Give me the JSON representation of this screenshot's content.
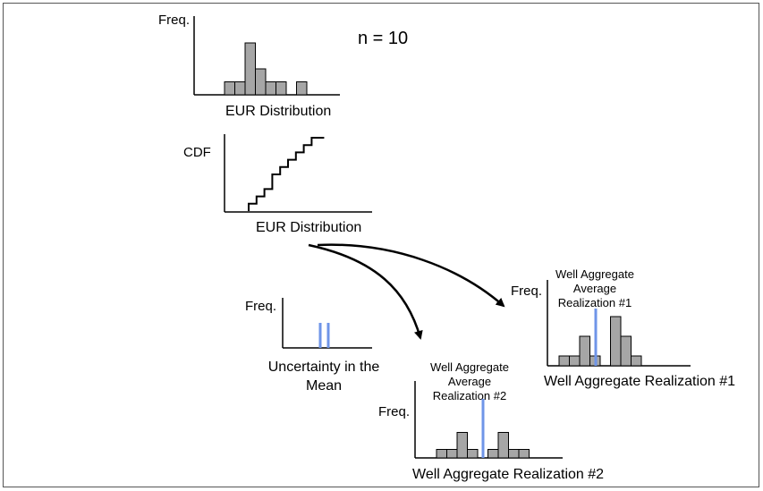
{
  "sample_note": "n = 10",
  "eur_freq": {
    "ylabel": "Freq.",
    "xlabel": "EUR Distribution",
    "bars": [
      1,
      1,
      4,
      2,
      1,
      1,
      0,
      1
    ]
  },
  "eur_cdf": {
    "ylabel": "CDF",
    "xlabel": "EUR Distribution",
    "steps": [
      0.1,
      0.2,
      0.3,
      0.5,
      0.6,
      0.7,
      0.8,
      0.9,
      1.0
    ]
  },
  "mean_uncertainty": {
    "ylabel": "Freq.",
    "xlabel_line1": "Uncertainty in the",
    "xlabel_line2": "Mean"
  },
  "realization_1": {
    "ylabel": "Freq.",
    "xlabel": "Well Aggregate Realization #1",
    "avg_line1": "Well Aggregate",
    "avg_line2": "Average",
    "avg_line3": "Realization #1",
    "bars": [
      1,
      1,
      3,
      1,
      0,
      5,
      3,
      1
    ]
  },
  "realization_2": {
    "ylabel": "Freq.",
    "xlabel": "Well Aggregate Realization #2",
    "avg_line1": "Well Aggregate",
    "avg_line2": "Average",
    "avg_line3": "Realization #2",
    "bars": [
      1,
      1,
      3,
      1,
      0,
      1,
      3,
      1,
      1
    ]
  },
  "colors": {
    "bar_fill": "#a6a6a6",
    "mean_line": "#6f95e8",
    "axis": "#000000"
  }
}
